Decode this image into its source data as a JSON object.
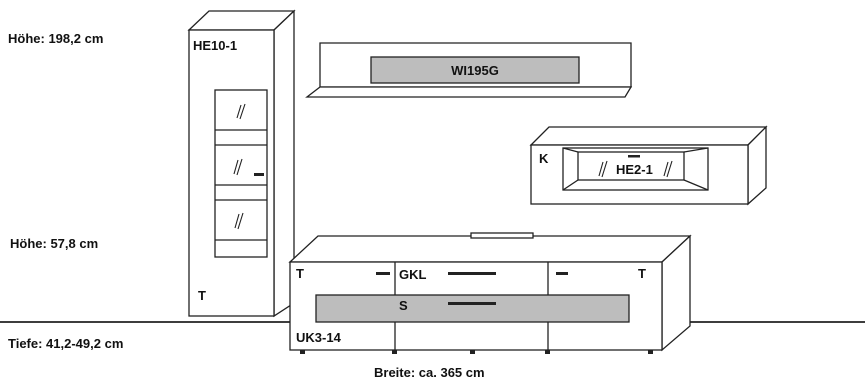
{
  "dimensions": {
    "height_tall": "Höhe:  198,2 cm",
    "height_low": "Höhe: 57,8 cm",
    "depth": "Tiefe: 41,2-49,2 cm",
    "width": "Breite: ca. 365 cm"
  },
  "units": {
    "tall_cabinet": {
      "code": "HE10-1",
      "corner_label": "T"
    },
    "wall_shelf": {
      "code": "WI195G"
    },
    "hanging_cabinet": {
      "code": "HE2-1",
      "corner_label": "K"
    },
    "lowboard": {
      "code": "UK3-14",
      "label_left": "T",
      "label_right": "T",
      "label_drawer_top": "GKL",
      "label_drawer_bottom": "S"
    }
  },
  "colors": {
    "line": "#222222",
    "panel_fill": "#ffffff",
    "inset_fill": "#bdbdbd"
  }
}
